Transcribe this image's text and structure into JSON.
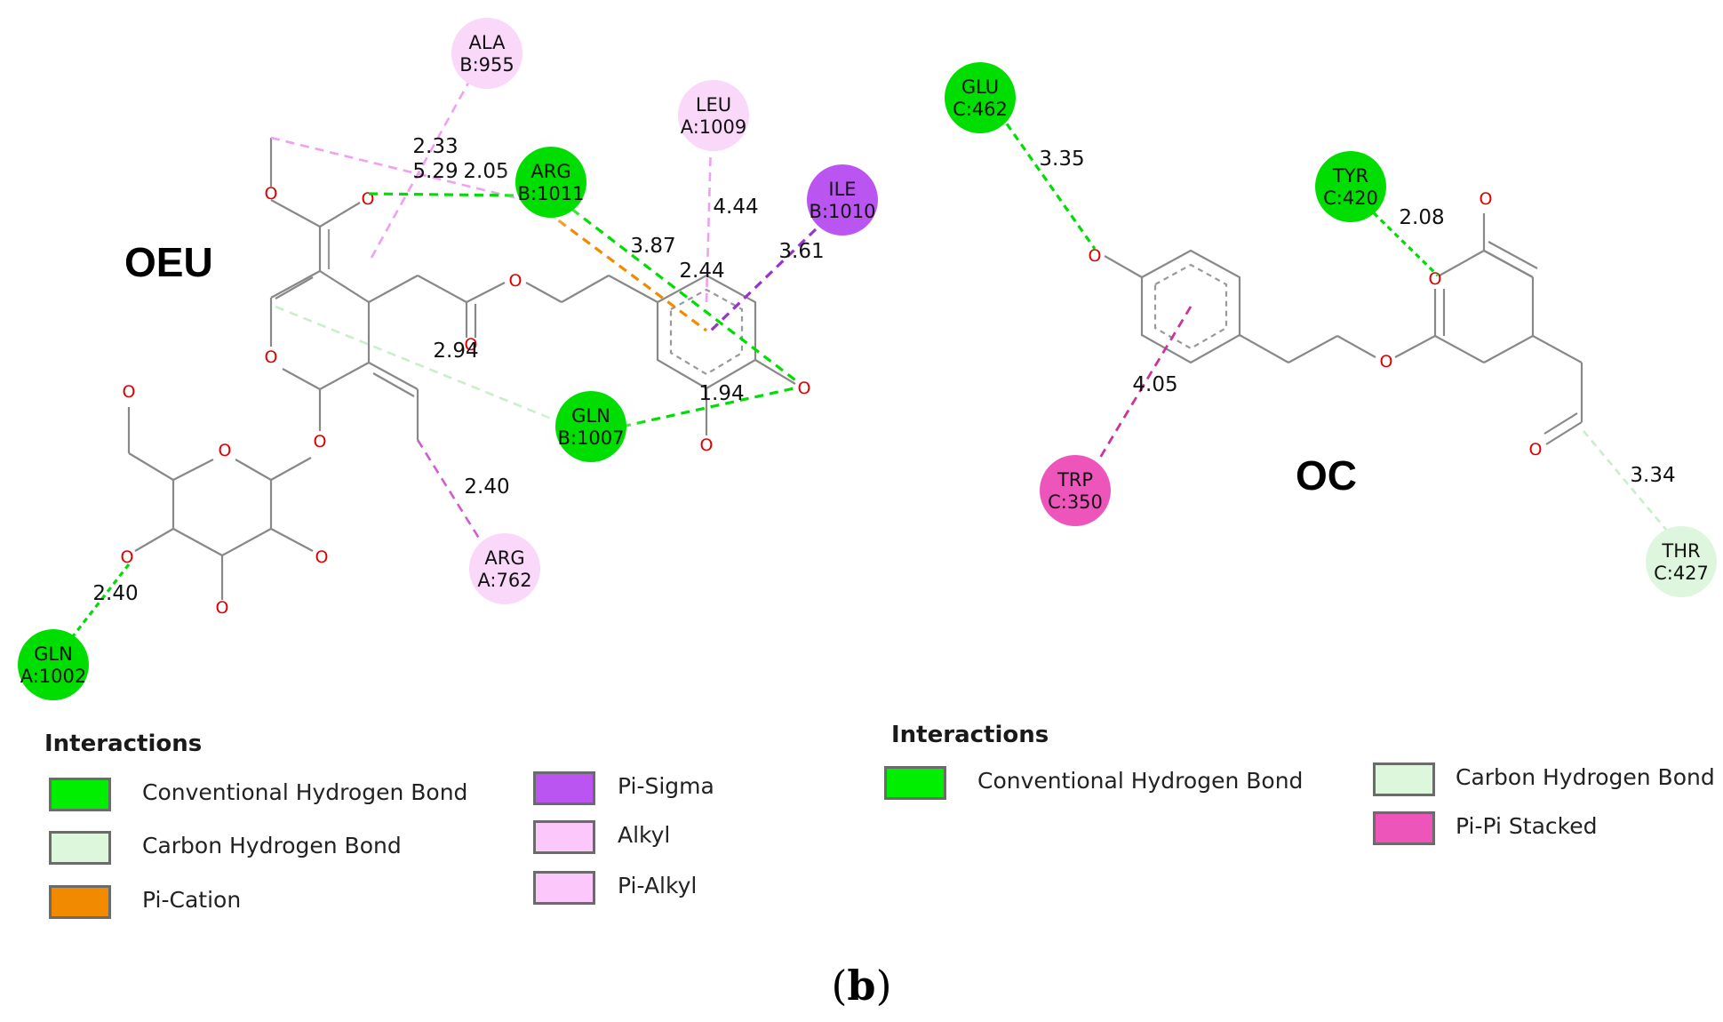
{
  "panels": [
    {
      "ligand": "OEU",
      "residues": [
        {
          "id": "ala955",
          "name": "ALA",
          "chain_pos": "B:955",
          "type": "alkyl"
        },
        {
          "id": "leu1009",
          "name": "LEU",
          "chain_pos": "A:1009",
          "type": "alkyl"
        },
        {
          "id": "arg1011",
          "name": "ARG",
          "chain_pos": "B:1011",
          "type": "conventional_hbond"
        },
        {
          "id": "ile1010",
          "name": "ILE",
          "chain_pos": "B:1010",
          "type": "pi_sigma"
        },
        {
          "id": "gln1007",
          "name": "GLN",
          "chain_pos": "B:1007",
          "type": "conventional_hbond"
        },
        {
          "id": "arg762",
          "name": "ARG",
          "chain_pos": "A:762",
          "type": "alkyl"
        },
        {
          "id": "gln1002",
          "name": "GLN",
          "chain_pos": "A:1002",
          "type": "conventional_hbond"
        }
      ],
      "distances": [
        "2.33",
        "5.29",
        "2.05",
        "3.87",
        "4.44",
        "3.61",
        "2.44",
        "2.94",
        "1.94",
        "2.40",
        "2.40"
      ],
      "legend": {
        "title": "Interactions",
        "items": [
          {
            "label": "Conventional Hydrogen Bond",
            "color": "#00ee00"
          },
          {
            "label": "Carbon Hydrogen Bond",
            "color": "#dcf7dc"
          },
          {
            "label": "Pi-Cation",
            "color": "#f28a00"
          },
          {
            "label": "Pi-Sigma",
            "color": "#bb55f2"
          },
          {
            "label": "Alkyl",
            "color": "#fcc8fc"
          },
          {
            "label": "Pi-Alkyl",
            "color": "#fcc8fc"
          }
        ]
      }
    },
    {
      "ligand": "OC",
      "residues": [
        {
          "id": "glu462",
          "name": "GLU",
          "chain_pos": "C:462",
          "type": "conventional_hbond"
        },
        {
          "id": "tyr420",
          "name": "TYR",
          "chain_pos": "C:420",
          "type": "conventional_hbond"
        },
        {
          "id": "trp350",
          "name": "TRP",
          "chain_pos": "C:350",
          "type": "pi_pi_stacked"
        },
        {
          "id": "thr427",
          "name": "THR",
          "chain_pos": "C:427",
          "type": "carbon_hbond"
        }
      ],
      "distances": [
        "3.35",
        "2.08",
        "4.05",
        "3.34"
      ],
      "legend": {
        "title": "Interactions",
        "items": [
          {
            "label": "Conventional Hydrogen Bond",
            "color": "#00ee00"
          },
          {
            "label": "Carbon Hydrogen Bond",
            "color": "#dcf7dc"
          },
          {
            "label": "Pi-Pi Stacked",
            "color": "#ee55bb"
          }
        ]
      }
    }
  ],
  "atom_label": "O",
  "caption": {
    "open": "(",
    "letter": "b",
    "close": ")"
  },
  "colors": {
    "bond": "#888888",
    "oxygen": "#dd0000",
    "conventional_hbond": "#00dd00",
    "carbon_hbond": "#dcf7dc",
    "pi_cation": "#f28a00",
    "pi_sigma": "#9933cc",
    "alkyl": "#f0a0f0",
    "pi_pi_stacked": "#cc3399"
  }
}
